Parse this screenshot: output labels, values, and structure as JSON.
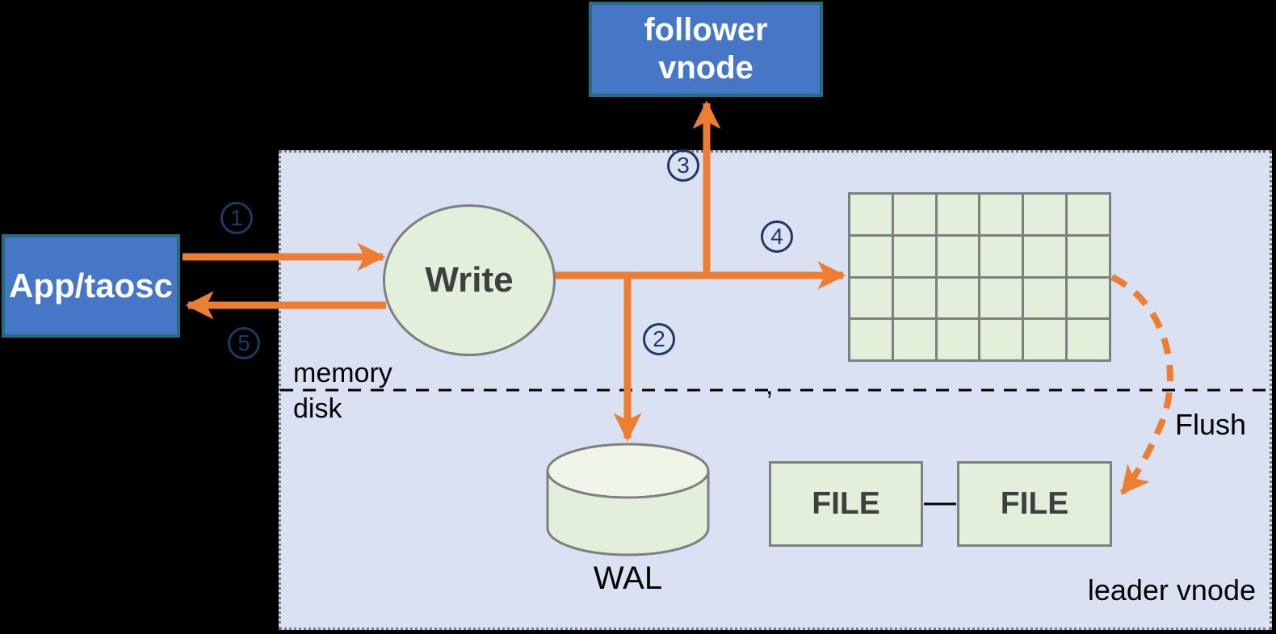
{
  "diagram": {
    "description": "Leader vnode write flow diagram",
    "nodes": {
      "app": {
        "label": "App/taosc"
      },
      "follower_vnode": {
        "label": "follower\nvnode"
      },
      "write": {
        "label": "Write"
      },
      "wal": {
        "label": "WAL"
      },
      "file1": {
        "label": "FILE"
      },
      "file2": {
        "label": "FILE"
      },
      "leader_vnode": {
        "label": "leader vnode"
      },
      "memory": {
        "label": "memory"
      },
      "disk": {
        "label": "disk"
      },
      "flush": {
        "label": "Flush"
      },
      "divider_artifact": {
        "label": ","
      }
    },
    "steps": [
      {
        "number": "1"
      },
      {
        "number": "2"
      },
      {
        "number": "3"
      },
      {
        "number": "4"
      },
      {
        "number": "5"
      }
    ],
    "memtable_grid": {
      "rows": 4,
      "cols": 6
    },
    "colors": {
      "accent_blue": "#4577C6",
      "box_border_teal": "#256C7D",
      "panel_fill": "#DAE1F2",
      "shape_green": "#E2EFDA",
      "shape_green_light": "#EFF6E9",
      "shape_border_gray": "#7F7F7F",
      "arrow_orange": "#ED7D31",
      "step_navy": "#1F3864",
      "text_dark": "#3F3F3F",
      "line_black": "#000000"
    }
  }
}
